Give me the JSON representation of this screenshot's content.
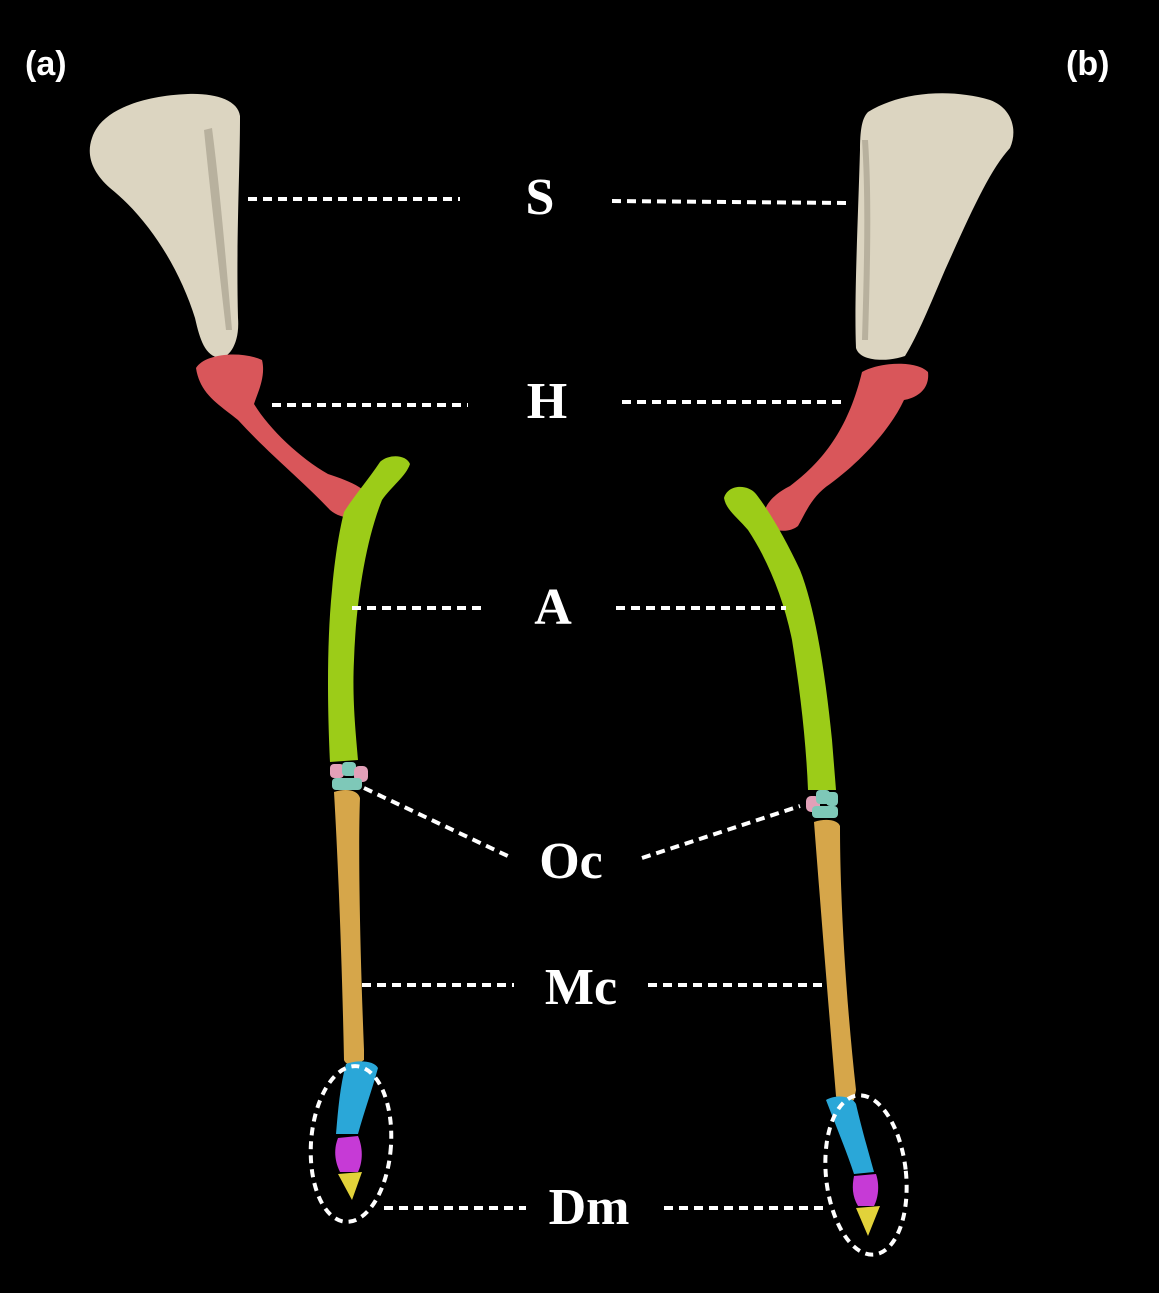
{
  "panels": {
    "left": "(a)",
    "right": "(b)"
  },
  "labels": {
    "s": "S",
    "h": "H",
    "a": "A",
    "oc": "Oc",
    "mc": "Mc",
    "dm": "Dm"
  },
  "colors": {
    "background": "#000000",
    "scapula": "#dcd5c1",
    "humerus": "#d9565a",
    "antebrachium": "#9ccc18",
    "carpal_pink": "#e2a0b8",
    "carpal_teal": "#7ec8b8",
    "metacarpus": "#d6a64a",
    "digit_proximal": "#2aa7d8",
    "digit_middle": "#c63ad6",
    "digit_distal": "#e2d23a",
    "annotation": "#ffffff"
  }
}
